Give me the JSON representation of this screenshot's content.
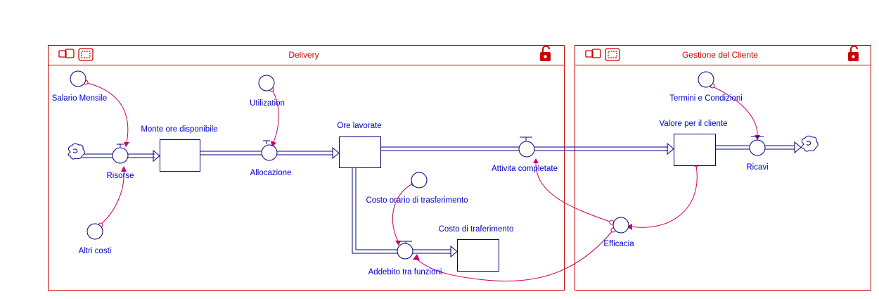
{
  "sectors": [
    {
      "title": "Delivery"
    },
    {
      "title": "Gestione del Cliente"
    }
  ],
  "stocks": {
    "monte_ore": "Monte ore disponibile",
    "ore_lavorate": "Ore lavorate",
    "costo_trasferimento": "Costo di traferimento",
    "valore_cliente": "Valore per il cliente"
  },
  "flows": {
    "risorse": "Risorse",
    "allocazione": "Allocazione",
    "attivita": "Attivita completate",
    "addebito": "Addebito tra funzioni",
    "ricavi": "Ricavi"
  },
  "converters": {
    "salario": "Salario Mensile",
    "altri_costi": "Altri costi",
    "utilization": "Utilization",
    "costo_orario": "Costo orario di trasferimento",
    "termini": "Termini e Condizioni",
    "efficacia": "Efficacia"
  },
  "colors": {
    "frame": "#cc0000",
    "structure": "#000080",
    "label": "#0000cc",
    "connector": "#cc0066"
  },
  "icons": [
    "sector-toggle-icon",
    "sector-select-icon",
    "unlock-icon",
    "cloud-icon"
  ]
}
